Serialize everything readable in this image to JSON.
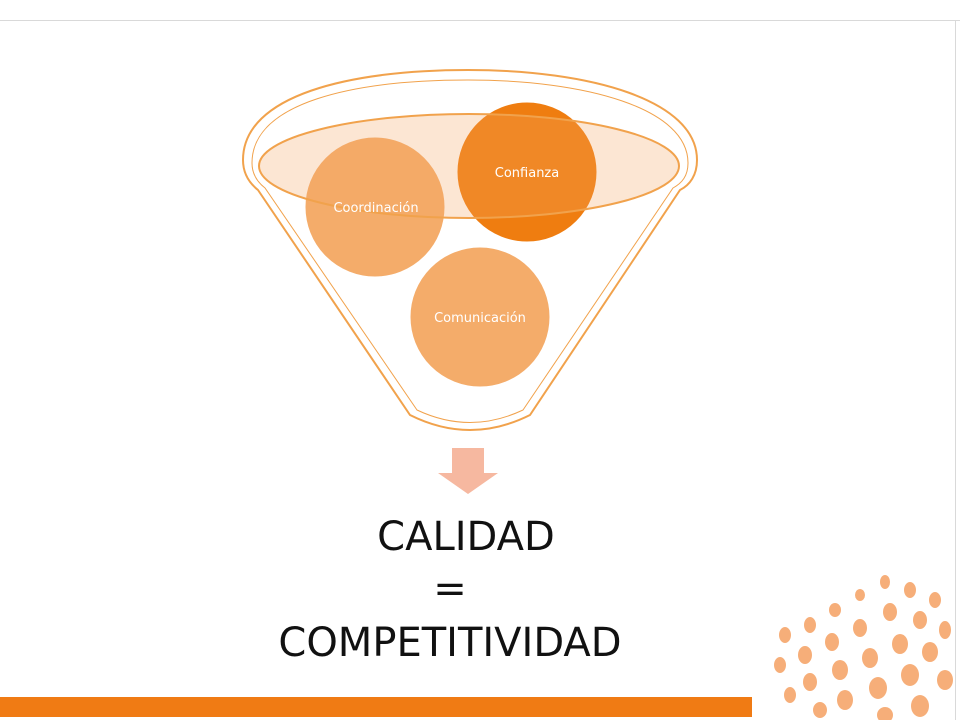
{
  "funnel": {
    "items": [
      {
        "label": "Confianza",
        "color": "#ef7d10"
      },
      {
        "label": "Coordinación",
        "color": "#f4ac6a"
      },
      {
        "label": "Comunicación",
        "color": "#f4ac6a"
      }
    ],
    "outline_color": "#f1a24c"
  },
  "result": {
    "line1": "CALIDAD",
    "line2": "=",
    "line3": "COMPETITIVIDAD"
  },
  "accent_color": "#f07b14"
}
